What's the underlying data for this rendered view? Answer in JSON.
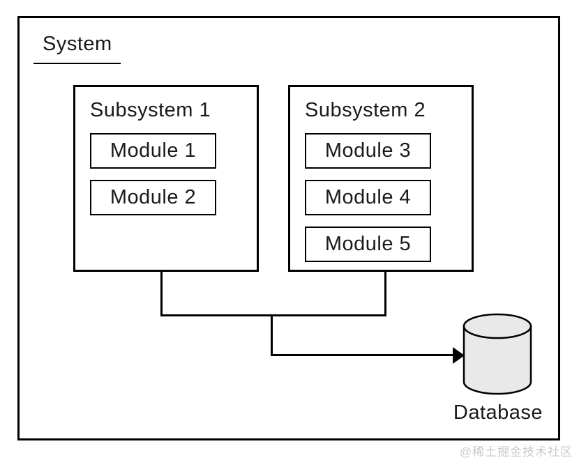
{
  "diagram": {
    "system": {
      "label": "System"
    },
    "subsystems": [
      {
        "label": "Subsystem 1",
        "modules": [
          "Module 1",
          "Module 2"
        ]
      },
      {
        "label": "Subsystem 2",
        "modules": [
          "Module 3",
          "Module 4",
          "Module 5"
        ]
      }
    ],
    "database": {
      "label": "Database",
      "shape": "cylinder-icon"
    },
    "watermark": "@稀土掘金技术社区",
    "colors": {
      "stroke": "#000000",
      "cylinder_fill": "#e9e9e9",
      "watermark": "#c9c9c9",
      "background": "#ffffff"
    }
  }
}
